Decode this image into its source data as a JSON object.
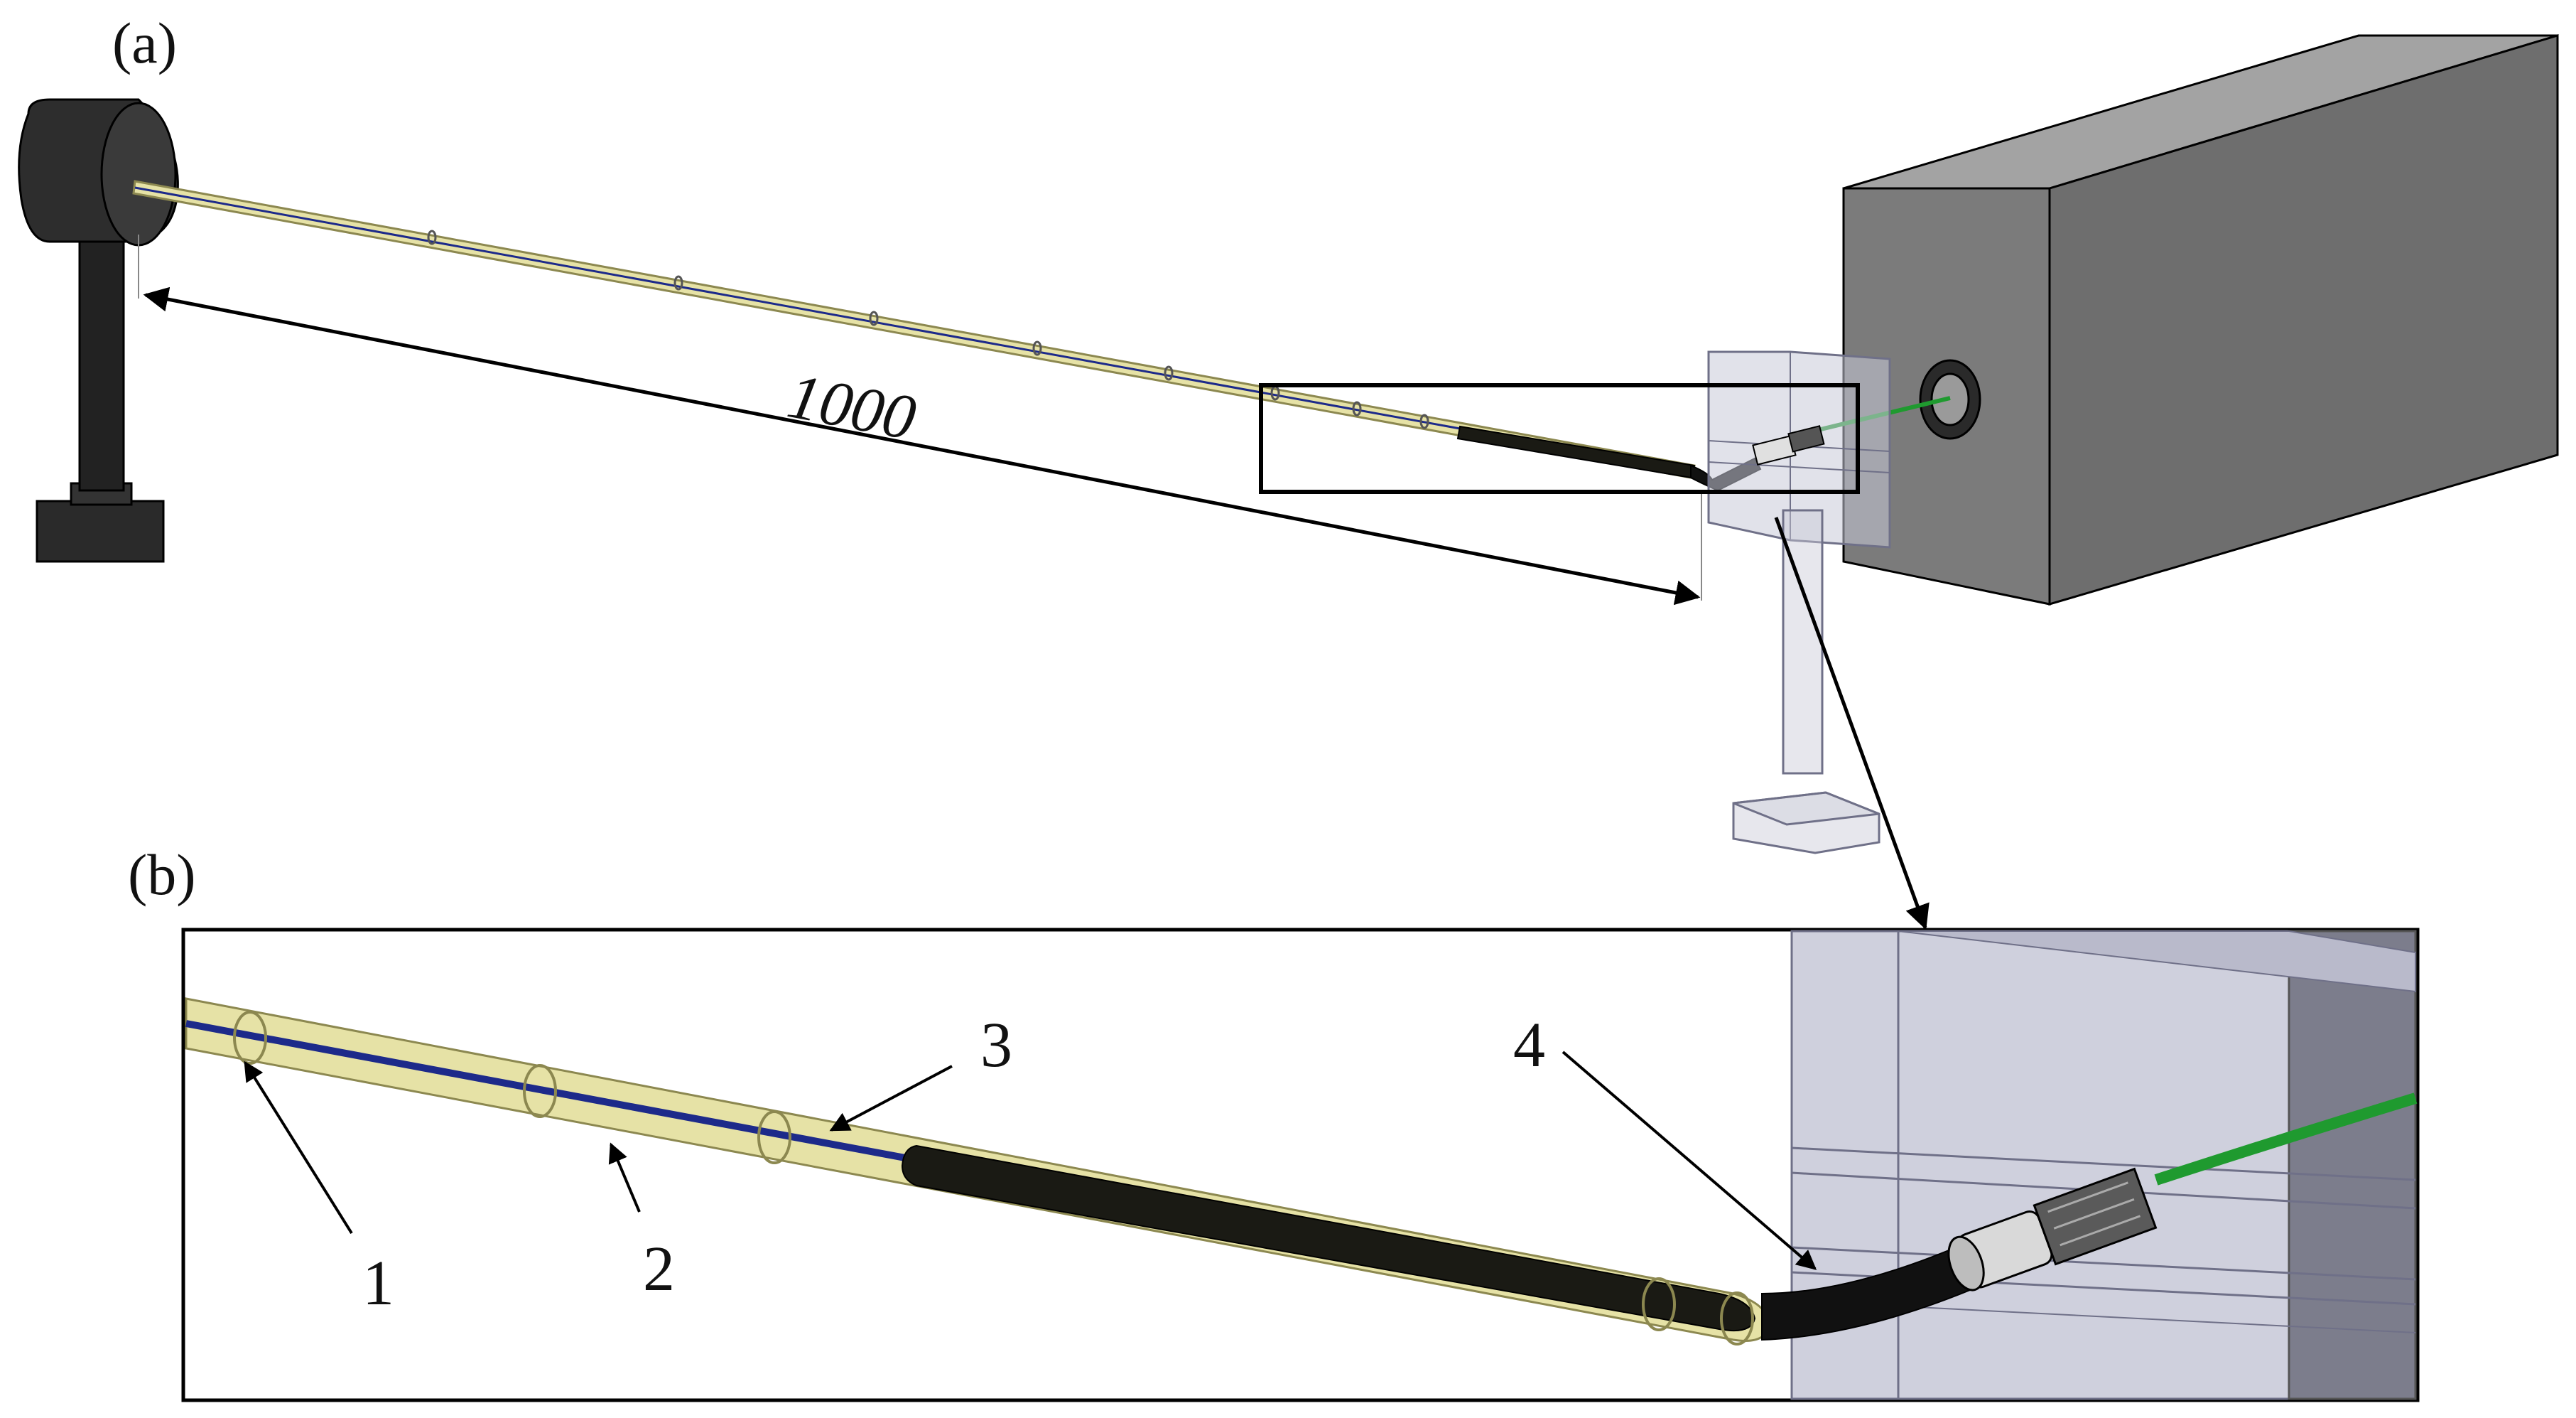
{
  "figure": {
    "panel_a_label": "(a)",
    "panel_b_label": "(b)",
    "dimension_label": "1000",
    "callouts": [
      "1",
      "2",
      "3",
      "4"
    ]
  },
  "colors": {
    "tube_fill": "#e6e2a6",
    "tube_edge": "#8c8850",
    "inner_line": "#1d2a8a",
    "dark_section": "#1a1a14",
    "green_fiber": "#1f9a2f",
    "box_gray": "#7a7a7a",
    "transparent_block": "#c9cad8",
    "mount_black": "#1e1e1e"
  }
}
